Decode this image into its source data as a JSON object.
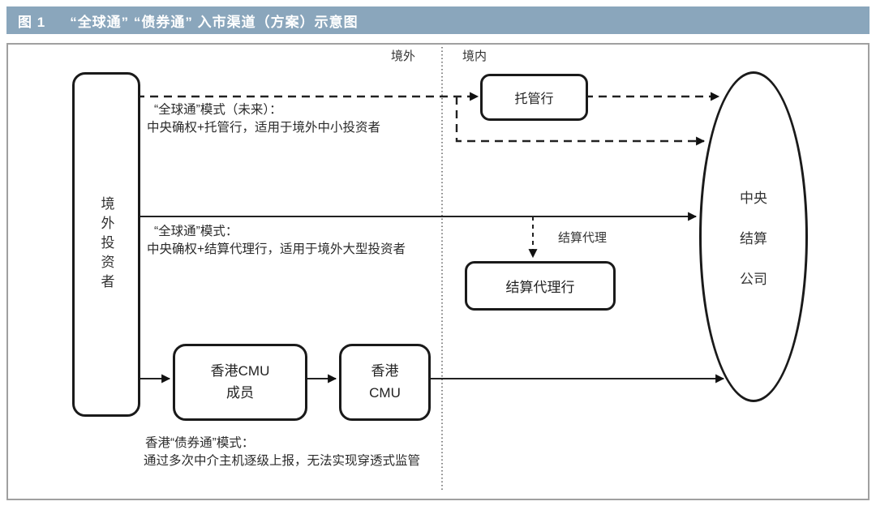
{
  "figure": {
    "label": "图 1",
    "title": "“全球通” “债券通” 入市渠道（方案）示意图"
  },
  "regions": {
    "outside": "境外",
    "inside": "境内"
  },
  "nodes": {
    "overseas_investor": "境外投资者",
    "custodian_bank": "托管行",
    "settlement_agent_bank": "结算代理行",
    "hk_cmu_member_line1": "香港CMU",
    "hk_cmu_member_line2": "成员",
    "hk_cmu_line1": "香港",
    "hk_cmu_line2": "CMU",
    "ccdc_line1": "中央",
    "ccdc_line2": "结算",
    "ccdc_line3": "公司"
  },
  "labels": {
    "settlement_agency": "结算代理"
  },
  "annotations": {
    "global_connect_future_line1": "“全球通”模式（未来）：",
    "global_connect_future_line2": "中央确权+托管行，适用于境外中小投资者",
    "global_connect_line1": "“全球通”模式：",
    "global_connect_line2": "中央确权+结算代理行，适用于境外大型投资者",
    "hk_bond_connect_line1": "香港“债券通”模式：",
    "hk_bond_connect_line2": "通过多次中介主机逐级上报，无法实现穿透式监管"
  },
  "flows": [
    {
      "from": "境外投资者",
      "to": "托管行",
      "style": "dashed"
    },
    {
      "from": "境外投资者",
      "to": "中央结算公司",
      "style": "dashed"
    },
    {
      "from": "托管行",
      "to": "中央结算公司",
      "style": "dashed"
    },
    {
      "from": "境外投资者",
      "to": "中央结算公司",
      "style": "solid"
    },
    {
      "from": "境外投资者",
      "to": "结算代理行",
      "style": "dashed",
      "label": "结算代理"
    },
    {
      "from": "境外投资者",
      "to": "香港CMU成员",
      "style": "solid"
    },
    {
      "from": "香港CMU成员",
      "to": "香港CMU",
      "style": "solid"
    },
    {
      "from": "香港CMU",
      "to": "中央结算公司",
      "style": "solid"
    }
  ],
  "colors": {
    "header_bg": "#8aa6bc",
    "header_text": "#ffffff",
    "box_border": "#1a1a1a",
    "line": "#222222",
    "frame_border": "#a0a0a0",
    "background": "#ffffff"
  }
}
